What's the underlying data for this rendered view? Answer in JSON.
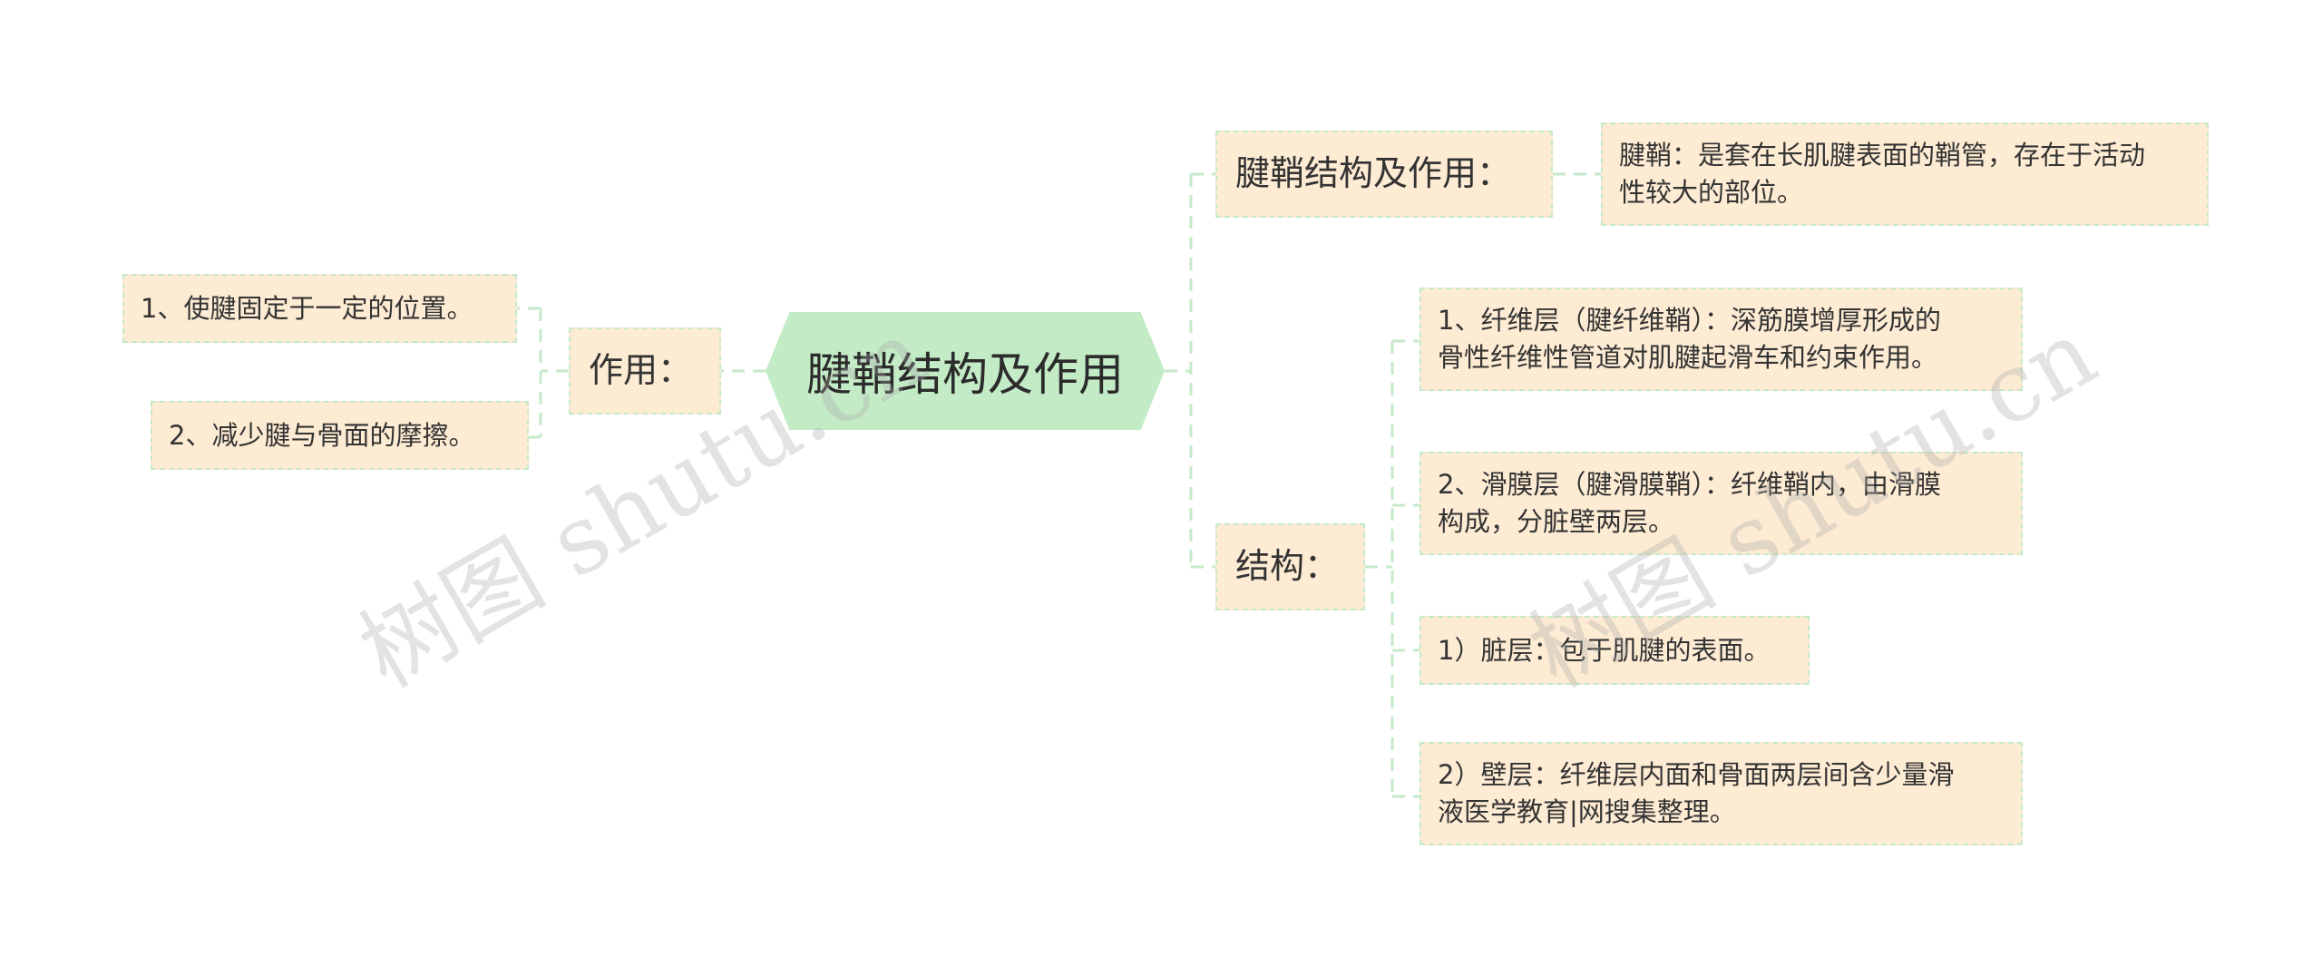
{
  "central": "腱鞘结构及作用",
  "left_branch": {
    "label": "作用：",
    "items": [
      "1、使腱固定于一定的位置。",
      "2、减少腱与骨面的摩擦。"
    ]
  },
  "right_branches": [
    {
      "label": "腱鞘结构及作用：",
      "items": [
        "腱鞘：是套在长肌腱表面的鞘管，存在于活动\n性较大的部位。"
      ]
    },
    {
      "label": "结构：",
      "items": [
        "1、纤维层（腱纤维鞘）：深筋膜增厚形成的\n骨性纤维性管道对肌腱起滑车和约束作用。",
        "2、滑膜层（腱滑膜鞘）：纤维鞘内，由滑膜\n构成，分脏壁两层。",
        "1）脏层：包于肌腱的表面。",
        "2）壁层：纤维层内面和骨面两层间含少量滑\n液医学教育|网搜集整理。"
      ]
    }
  ],
  "watermarks": [
    "树图 shutu.cn",
    "树图 shutu.cn"
  ],
  "colors": {
    "central_fill": "#c3ebc6",
    "node_fill": "#fdebd3",
    "node_border": "#c6e9c9",
    "connector": "#c6e9c9"
  }
}
